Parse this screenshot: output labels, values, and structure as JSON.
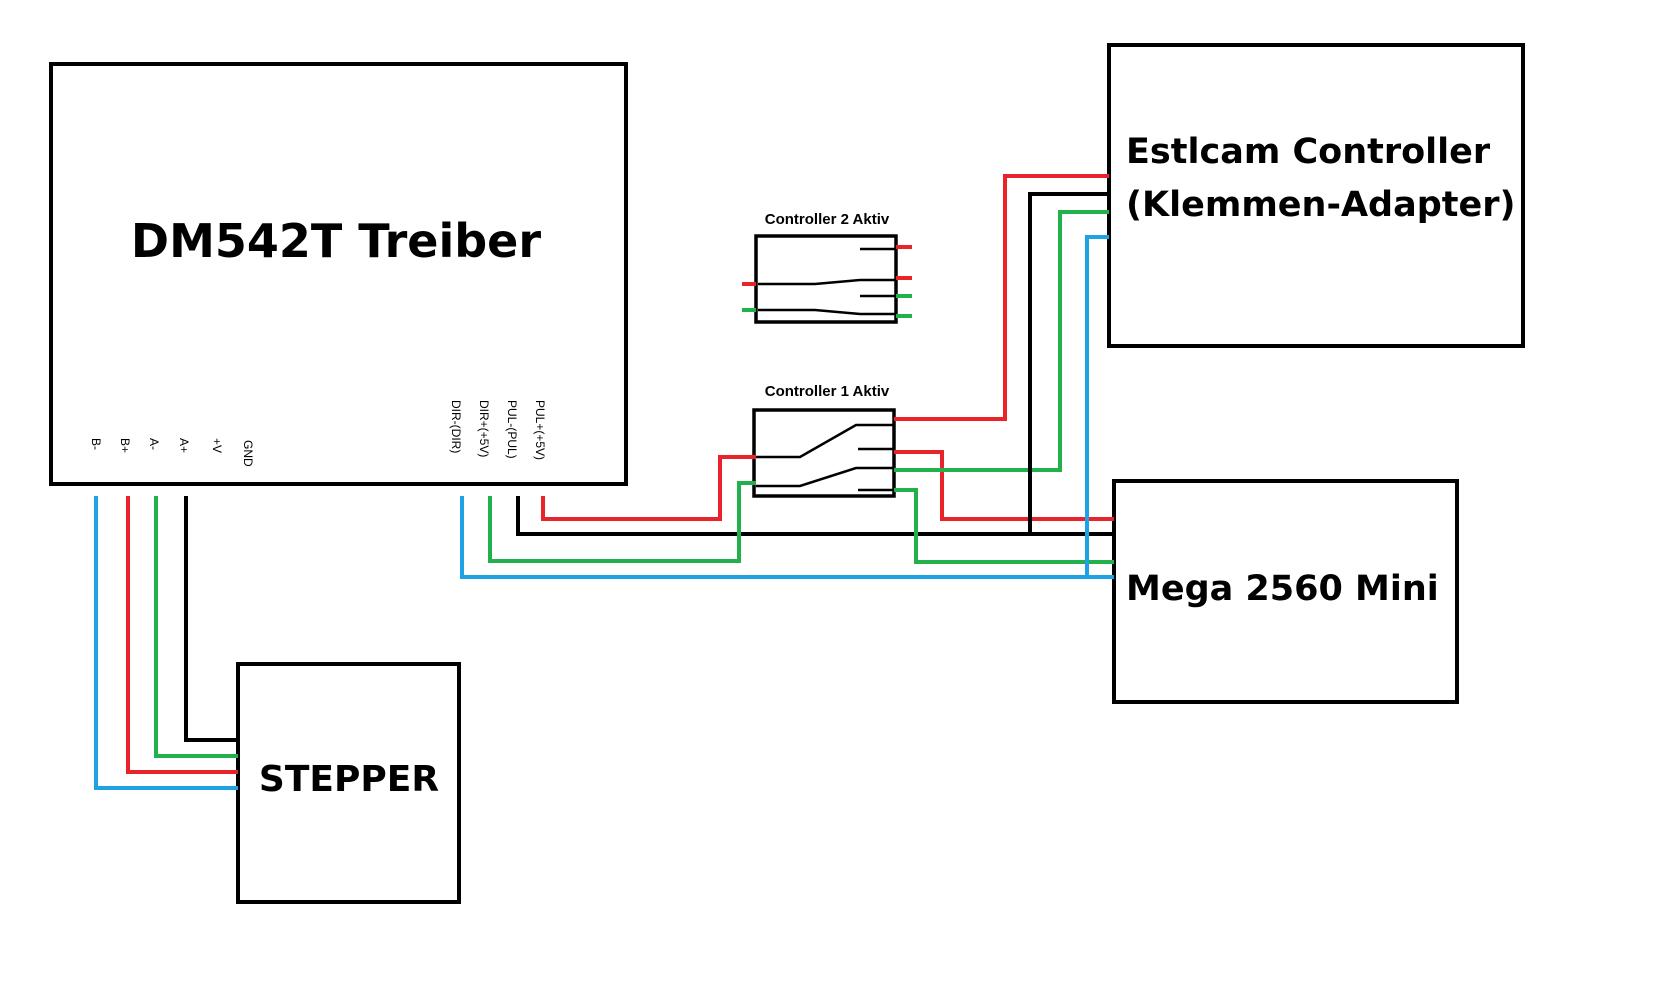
{
  "colors": {
    "red": "#e8242a",
    "green": "#22b04c",
    "blue": "#1fa2e3",
    "black": "#000000"
  },
  "driver": {
    "title": "DM542T Treiber",
    "motor_pins": [
      "B-",
      "B+",
      "A-",
      "A+",
      "+V",
      "GND"
    ],
    "signal_pins": [
      "DIR-(DIR)",
      "DIR+(+5V)",
      "PUL-(PUL)",
      "PUL+(+5V)"
    ]
  },
  "stepper": {
    "title": "STEPPER"
  },
  "estlcam": {
    "title_line1": "Estlcam Controller",
    "title_line2": "(Klemmen-Adapter)"
  },
  "mega": {
    "title": "Mega 2560 Mini"
  },
  "switch_top": {
    "label": "Controller 2 Aktiv"
  },
  "switch_bottom": {
    "label": "Controller 1 Aktiv"
  }
}
